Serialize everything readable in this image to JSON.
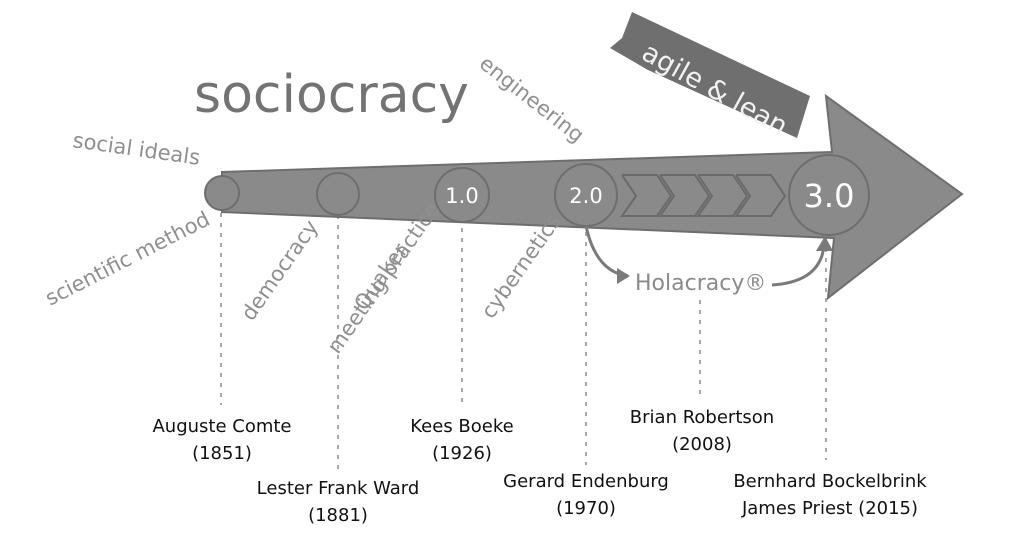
{
  "title": "sociocracy",
  "banner": "agile & lean",
  "influences": {
    "social_ideals": "social ideals",
    "scientific_method": "scientific method",
    "democracy": "democracy",
    "quaker_line1": "Quaker",
    "quaker_line2": "meeting practice",
    "engineering": "engineering",
    "cybernetics": "cybernetics"
  },
  "versions": {
    "v1": "1.0",
    "v2": "2.0",
    "v3": "3.0"
  },
  "holacracy": "Holacracy®",
  "people": [
    {
      "name": "Auguste Comte",
      "year": "(1851)"
    },
    {
      "name": "Lester Frank Ward",
      "year": "(1881)"
    },
    {
      "name": "Kees Boeke",
      "year": "(1926)"
    },
    {
      "name": "Gerard Endenburg",
      "year": "(1970)"
    },
    {
      "name": "Brian Robertson",
      "year": "(2008)"
    },
    {
      "name": "Bernhard Bockelbrink",
      "year": "James Priest (2015)"
    }
  ],
  "colors": {
    "arrow": "#8a8a8a",
    "arrow_stroke": "#6e6e6e",
    "banner": "#6f6f6f",
    "text_light": "#8f8f8f",
    "text_dark": "#111111"
  }
}
